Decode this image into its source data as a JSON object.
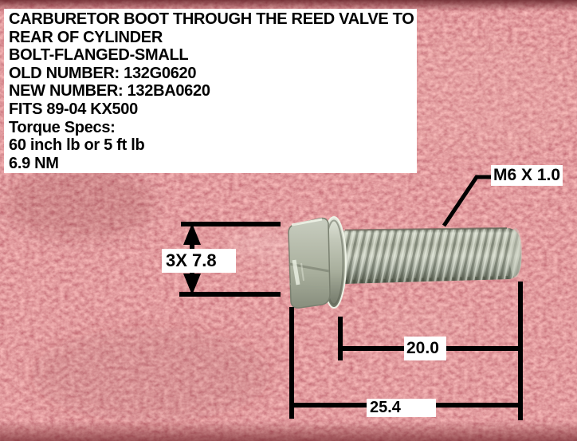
{
  "spec_box": {
    "lines": [
      "CARBURETOR BOOT THROUGH THE REED VALVE TO",
      "REAR OF CYLINDER",
      "BOLT-FLANGED-SMALL",
      "OLD NUMBER: 132G0620",
      "NEW NUMBER: 132BA0620",
      "FITS 89-04 KX500",
      "Torque Specs:",
      "60 inch lb or 5 ft lb",
      "6.9 NM"
    ]
  },
  "annotations": {
    "thread_spec": "M6 X 1.0",
    "flange_dim": "3X 7.8",
    "thread_length": "20.0",
    "overall_length": "25.4"
  },
  "colors": {
    "carpet_base": "#c25458",
    "carpet_dark": "#7e2a30",
    "carpet_light": "#e8908e",
    "bolt_metal": "#b5b9ab",
    "bolt_shadow": "#6a6f60",
    "annotation_line": "#000000",
    "label_bg": "#ffffff",
    "label_text": "#000000"
  }
}
